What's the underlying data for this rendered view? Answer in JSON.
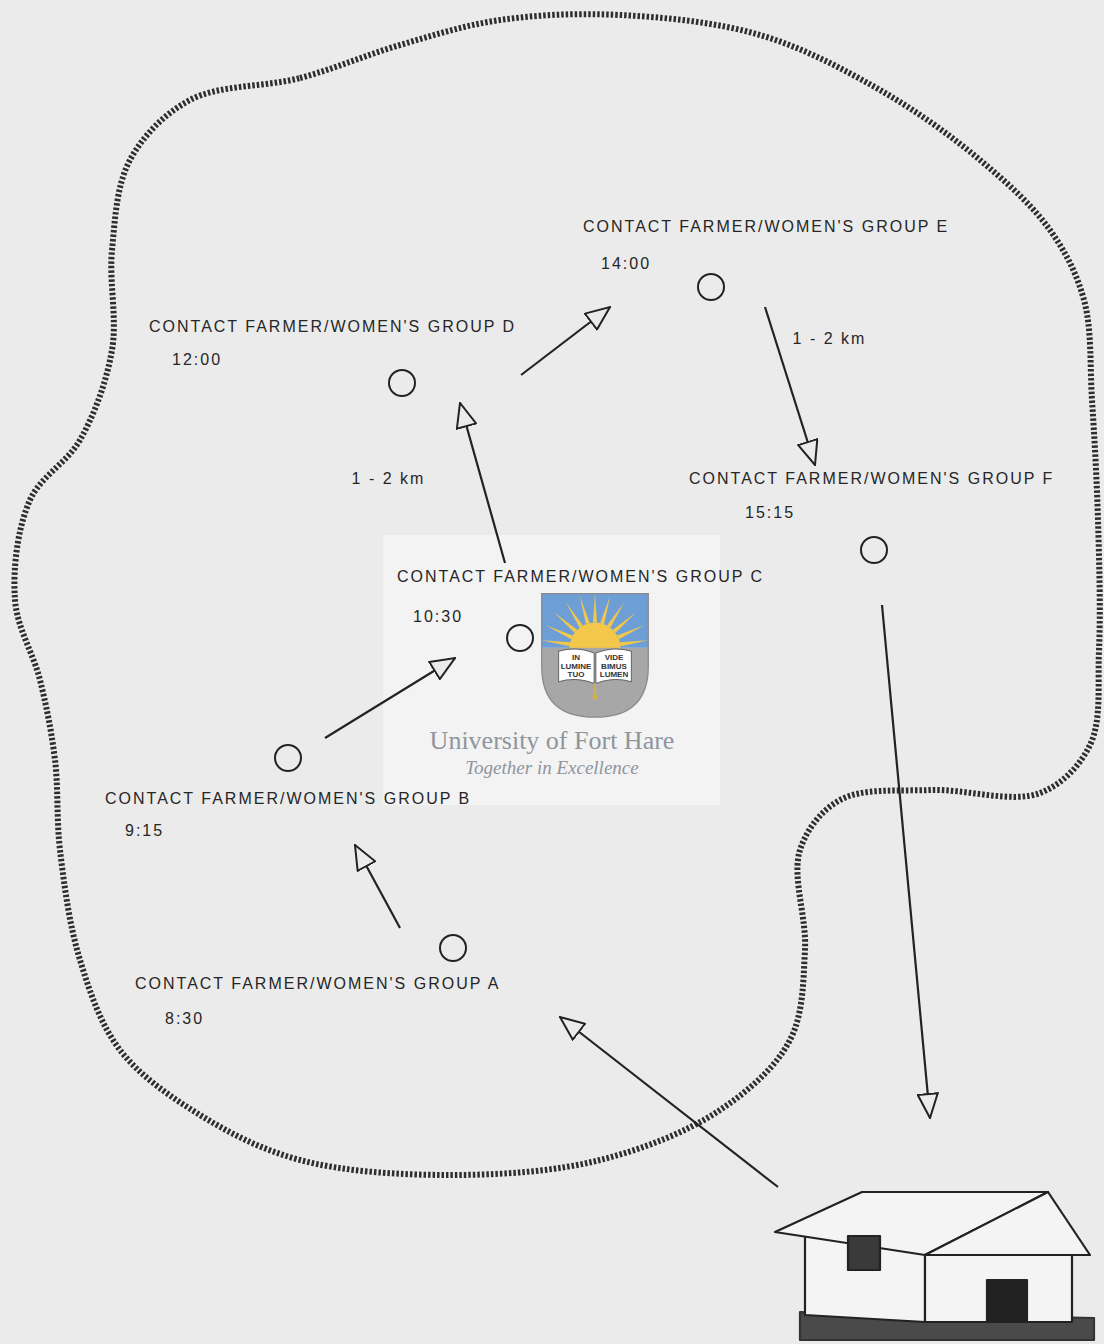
{
  "diagram": {
    "nodes": [
      {
        "text": [
          "CONTACT FARMER/WOMEN'S GROUP A",
          "8:30"
        ]
      },
      {
        "text": [
          "CONTACT FARMER/WOMEN'S GROUP B",
          "9:15"
        ]
      },
      {
        "text": [
          "CONTACT FARMER/WOMEN'S GROUP C",
          "10:30"
        ]
      },
      {
        "text": [
          "CONTACT FARMER/WOMEN'S GROUP D",
          "12:00"
        ]
      },
      {
        "text": [
          "CONTACT FARMER/WOMEN'S GROUP E",
          "14:00"
        ]
      },
      {
        "text": [
          "CONTACT FARMER/WOMEN'S GROUP F",
          "15:15"
        ]
      }
    ],
    "edges": [
      {
        "from": 0,
        "to": 1,
        "arrow": "to"
      },
      {
        "from": 1,
        "to": 2,
        "arrow": "to"
      },
      {
        "from": 2,
        "to": 3,
        "arrow": "to",
        "label": "1 - 2 km"
      },
      {
        "from": 3,
        "to": 4,
        "arrow": "to"
      },
      {
        "from": 4,
        "to": 5,
        "arrow": "to",
        "label": "1 - 2 km"
      }
    ],
    "labels": [
      "IN LUMINE TUO",
      "VIDE BIMUS LUMEN",
      "University of Fort Hare",
      "Together in Excellence"
    ]
  }
}
